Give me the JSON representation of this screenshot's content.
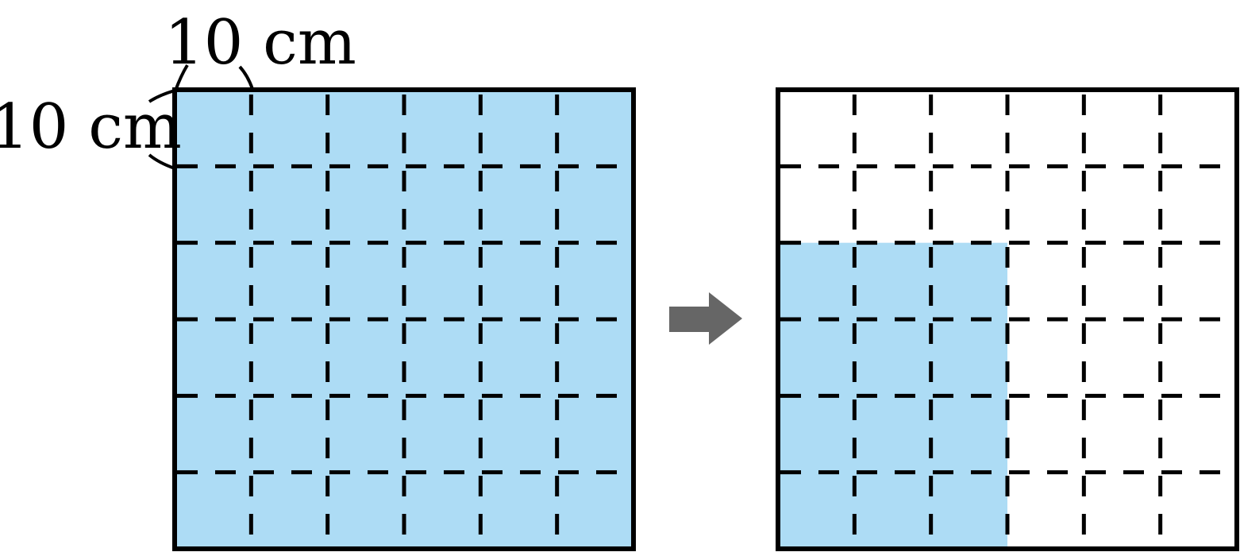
{
  "labels": {
    "top_dimension": "10 cm",
    "left_dimension": "10 cm"
  },
  "colors": {
    "shaded": "#addcf5",
    "outline": "#000000",
    "grid": "#000000",
    "arrow": "#666666"
  },
  "left_square": {
    "grid_rows": 6,
    "grid_cols": 6,
    "shaded_rows": 6,
    "shaded_cols": 6,
    "shaded_from": "bottom-left"
  },
  "arrow_icon": "right-arrow-icon",
  "right_square": {
    "grid_rows": 6,
    "grid_cols": 6,
    "shaded_rows": 4,
    "shaded_cols": 3,
    "shaded_from": "bottom-left"
  }
}
